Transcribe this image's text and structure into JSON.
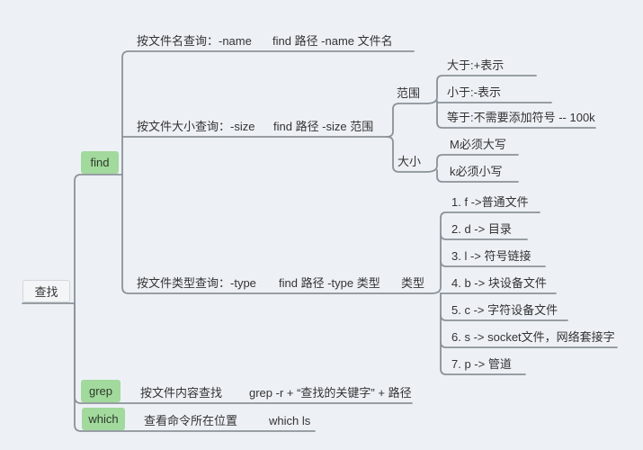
{
  "colors": {
    "background": "#edf1f6",
    "line": "#8b9299",
    "node_green": "#a2d99c",
    "node_root_bg": "#f4f5f7"
  },
  "root": {
    "label": "查找"
  },
  "find": {
    "label": "find",
    "by_name": {
      "label": "按文件名查询：-name",
      "command": "find 路径 -name 文件名"
    },
    "by_size": {
      "label": "按文件大小查询：-size",
      "command": "find 路径 -size 范围",
      "range": {
        "label": "范围",
        "gt": "大于:+表示",
        "lt": "小于:-表示",
        "eq": "等于:不需要添加符号 -- 100k"
      },
      "unit": {
        "label": "大小",
        "upper": "M必须大写",
        "lower": "k必须小写"
      }
    },
    "by_type": {
      "label": "按文件类型查询：-type",
      "command": "find 路径 -type 类型",
      "type": {
        "label": "类型",
        "items": [
          "1. f ->普通文件",
          "2. d -> 目录",
          "3. l -> 符号链接",
          "4. b -> 块设备文件",
          "5. c -> 字符设备文件",
          "6. s -> socket文件，网络套接字",
          "7. p -> 管道"
        ]
      }
    }
  },
  "grep": {
    "label": "grep",
    "description": "按文件内容查找",
    "command": "grep -r + “查找的关键字” + 路径"
  },
  "which": {
    "label": "which",
    "description": "查看命令所在位置",
    "command": "which ls"
  }
}
